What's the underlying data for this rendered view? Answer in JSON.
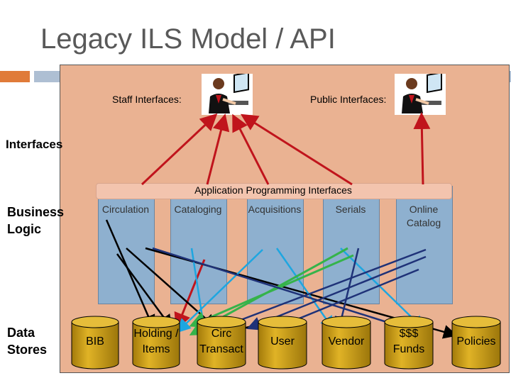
{
  "slide": {
    "title": "Legacy ILS Model / API"
  },
  "labels": {
    "staff_interfaces": "Staff Interfaces:",
    "public_interfaces": "Public Interfaces:",
    "interfaces": "Interfaces",
    "business_logic": "Business Logic",
    "data_stores": "Data Stores",
    "api": "Application Programming Interfaces"
  },
  "modules": [
    {
      "label": "Circulation"
    },
    {
      "label": "Cataloging"
    },
    {
      "label": "Acquisitions"
    },
    {
      "label": "Serials"
    },
    {
      "label": "Online Catalog"
    }
  ],
  "stores": [
    {
      "label": "BIB"
    },
    {
      "label": "Holding / Items"
    },
    {
      "label": "Circ Transact"
    },
    {
      "label": "User"
    },
    {
      "label": "Vendor"
    },
    {
      "label": "$$$ Funds"
    },
    {
      "label": "Policies"
    }
  ],
  "colors": {
    "panel": "#eab292",
    "module": "#8eb0cf",
    "store": "#d4a318",
    "red_arrow": "#c0141c",
    "green_arrow": "#35b34a",
    "cyan_arrow": "#1ea6e0",
    "navy_arrow": "#1f3278",
    "black_arrow": "#000000"
  },
  "icons": {
    "staff": "person-at-computer-icon",
    "public": "person-at-computer-icon"
  }
}
